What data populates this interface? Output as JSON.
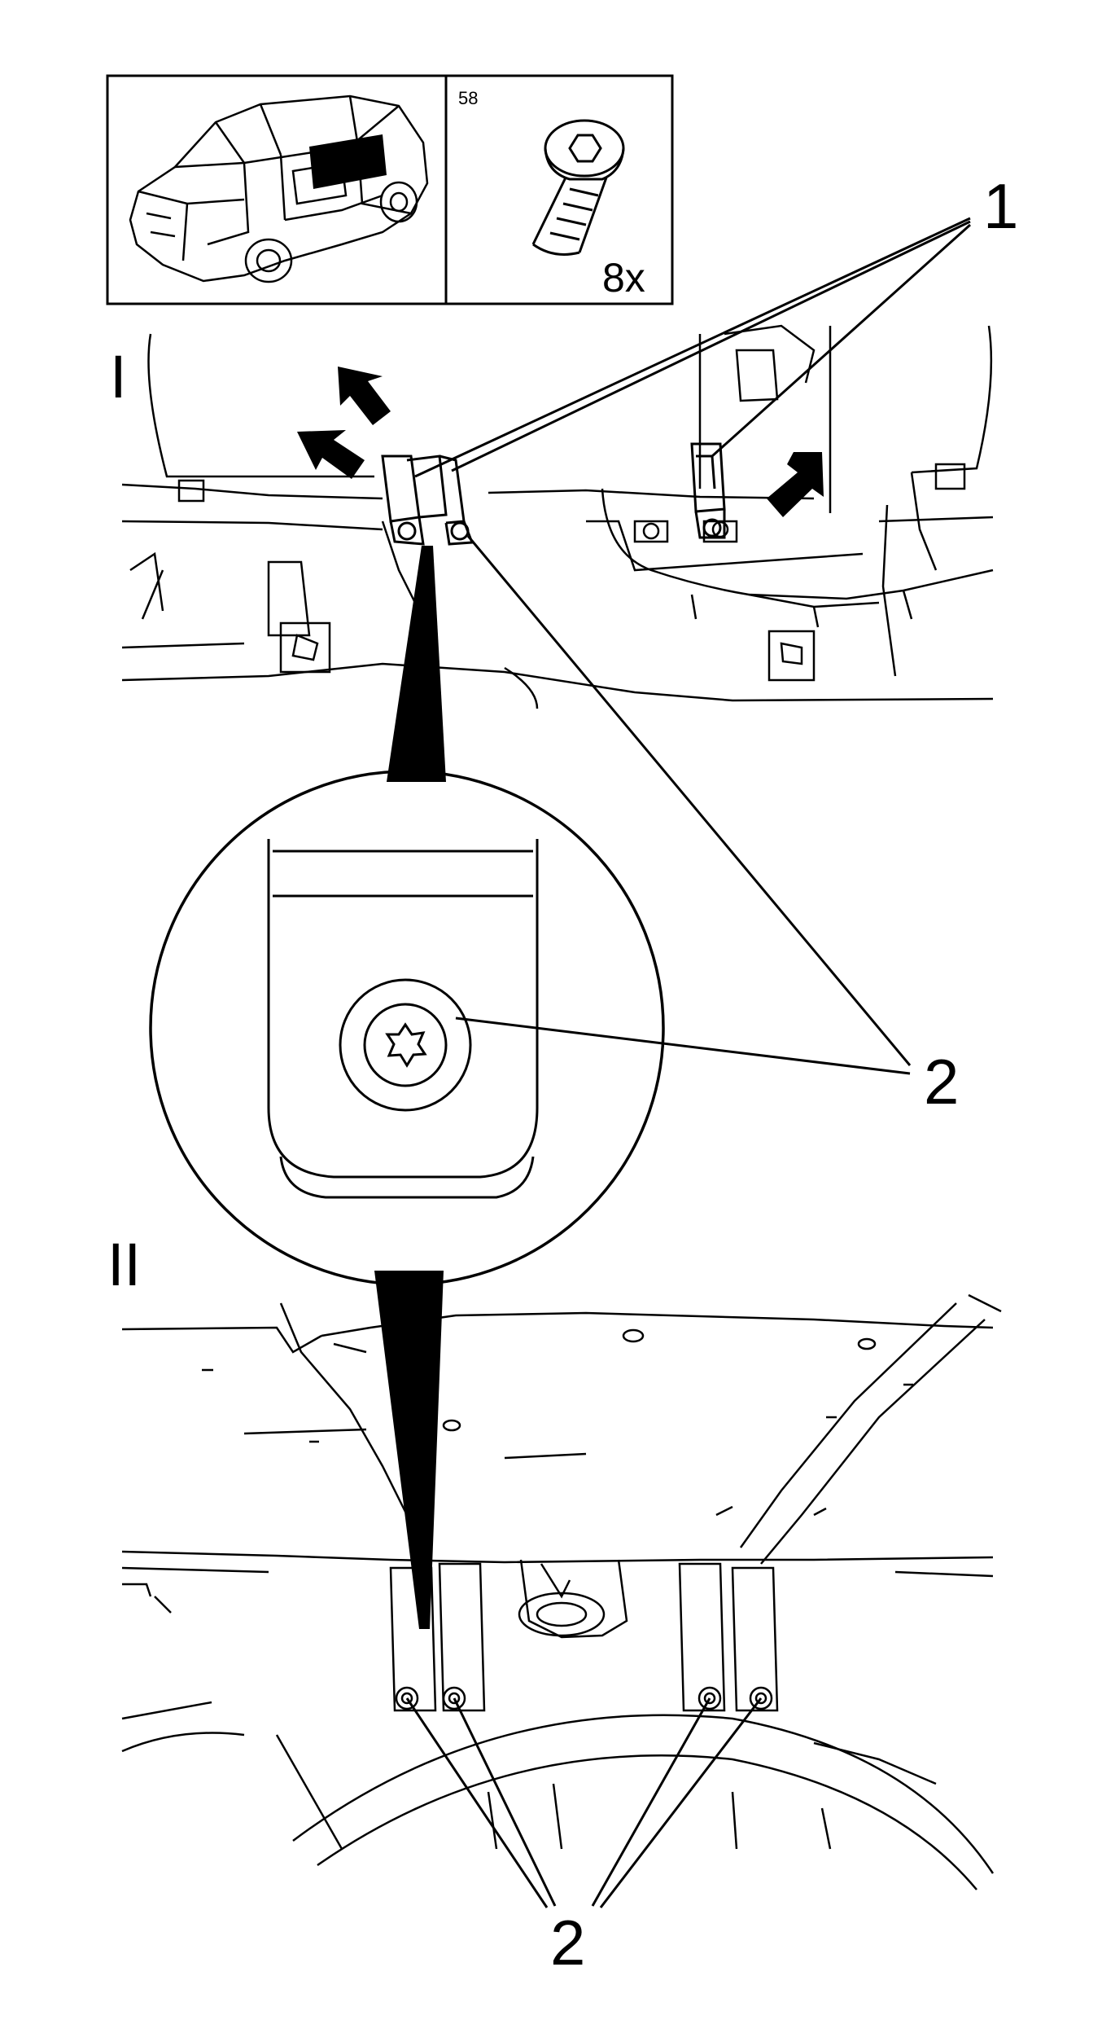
{
  "header_box": {
    "part_number": "58",
    "quantity": "8x"
  },
  "views": {
    "view_one": "I",
    "view_two": "II"
  },
  "callouts": {
    "one": "1",
    "two_top": "2",
    "two_bottom": "2"
  },
  "colors": {
    "ink": "#000000",
    "paper": "#ffffff"
  }
}
